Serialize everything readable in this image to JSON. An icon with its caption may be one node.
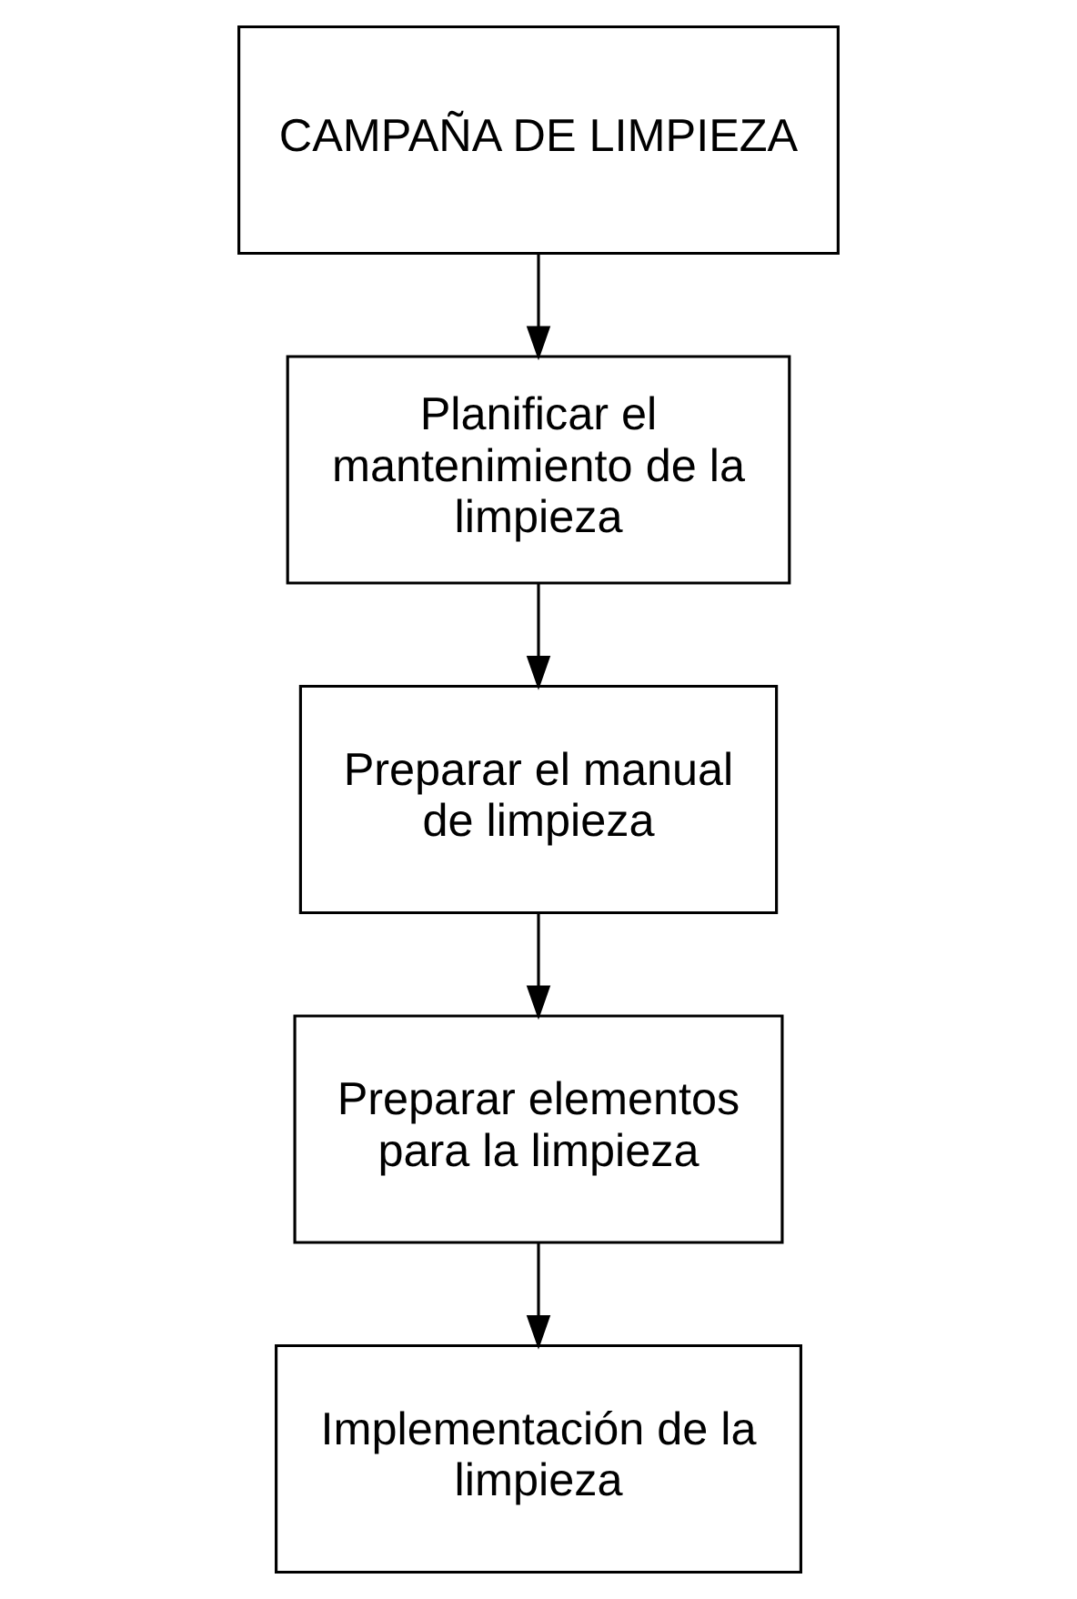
{
  "diagram": {
    "nodes": [
      {
        "text": [
          "CAMPAÑA DE LIMPIEZA"
        ]
      },
      {
        "text": [
          "Planificar el mantenimiento de la limpieza"
        ]
      },
      {
        "text": [
          "Preparar el manual de limpieza"
        ]
      },
      {
        "text": [
          "Preparar elementos para la limpieza"
        ]
      },
      {
        "text": [
          "Implementación de la limpieza"
        ]
      }
    ],
    "edges": [
      {
        "from": 0,
        "to": 1,
        "arrow": "to"
      },
      {
        "from": 1,
        "to": 2,
        "arrow": "to"
      },
      {
        "from": 2,
        "to": 3,
        "arrow": "to"
      },
      {
        "from": 3,
        "to": 4,
        "arrow": "to"
      }
    ]
  }
}
